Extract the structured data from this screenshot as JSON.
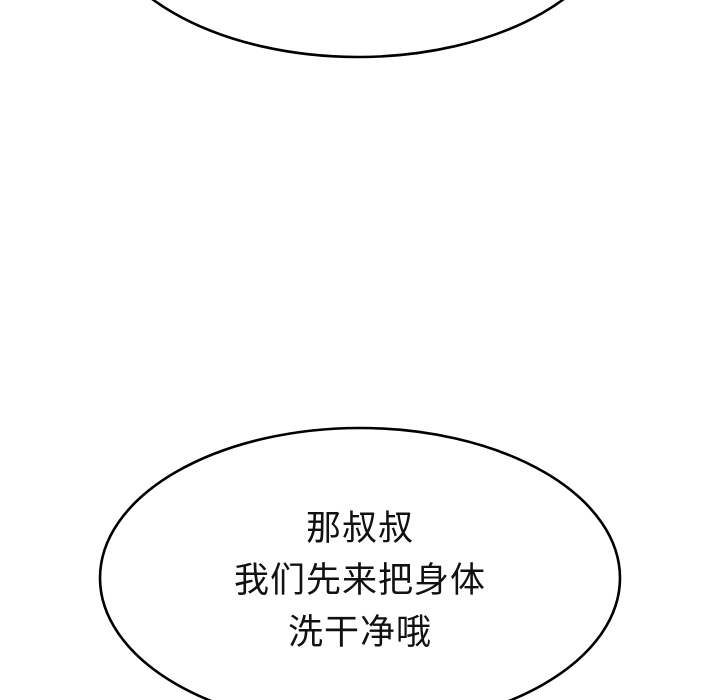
{
  "panel": {
    "background": "#ffffff",
    "stroke_color": "#000000"
  },
  "bubbles": [
    {
      "id": "top-bubble",
      "partial": true,
      "text_lines": []
    },
    {
      "id": "bottom-bubble",
      "partial": true,
      "text_lines": [
        "那叔叔",
        "我们先来把身体",
        "洗干净哦"
      ]
    }
  ]
}
